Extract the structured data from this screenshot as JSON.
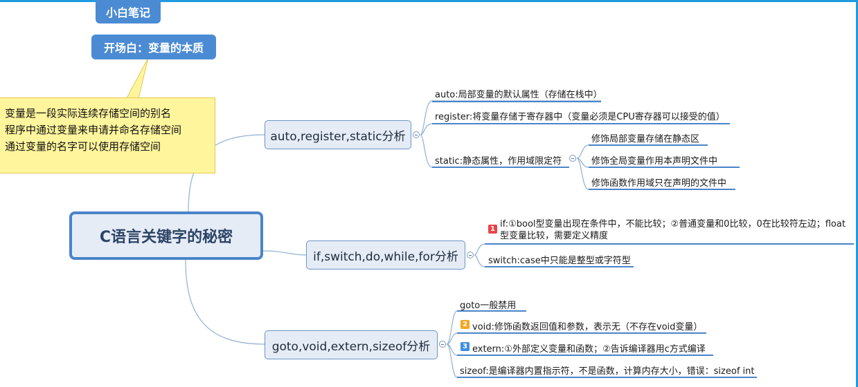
{
  "header": {
    "title": "小白笔记",
    "subtitle": "开场白：变量的本质"
  },
  "callout": {
    "lines": [
      "变量是一段实际连续存储空间的别名",
      "程序中通过变量来申请并命名存储空间",
      "通过变量的名字可以使用存储空间"
    ]
  },
  "root": {
    "label": "C语言关键字的秘密"
  },
  "topics": {
    "storage": {
      "label": "auto,register,static分析",
      "items": {
        "auto": "auto:局部变量的默认属性（存储在栈中）",
        "register": "register:将变量存储于寄存器中（变量必须是CPU寄存器可以接受的值）",
        "static": "static:静态属性，作用域限定符",
        "static_sub": [
          "修饰局部变量存储在静态区",
          "修饰全局变量作用本声明文件中",
          "修饰函数作用域只在声明的文件中"
        ]
      }
    },
    "control": {
      "label": "if,switch,do,while,for分析",
      "items": {
        "if_marker": "1",
        "if_line1": "if:①bool型变量出现在条件中，不能比较；②普通变量和0比较，0在比较符左边；float",
        "if_line2": "型变量比较，需要定义精度",
        "switch": "switch:case中只能是整型或字符型"
      }
    },
    "misc": {
      "label": "goto,void,extern,sizeof分析",
      "items": {
        "goto": "goto一般禁用",
        "void_marker": "2",
        "void": "void:修饰函数返回值和参数，表示无（不存在void变量）",
        "extern_marker": "3",
        "extern": "extern:①外部定义变量和函数；②告诉编译器用c方式编译",
        "sizeof": "sizeof:是编译器内置指示符，不是函数，计算内存大小，错误：sizeof int"
      }
    }
  },
  "colors": {
    "accent_blue": "#4b8bd4",
    "root_border": "#4a84c9",
    "topic_fill": "#e5ecf6",
    "callout_fill": "#fff59d",
    "marker_red": "#e8454a",
    "marker_orange": "#f5a623",
    "marker_blue": "#3d8fe0",
    "frame_blue": "#1e9be0"
  },
  "icons": {
    "toggle": "collapse-toggle-icon",
    "marker": "priority-marker-icon"
  }
}
